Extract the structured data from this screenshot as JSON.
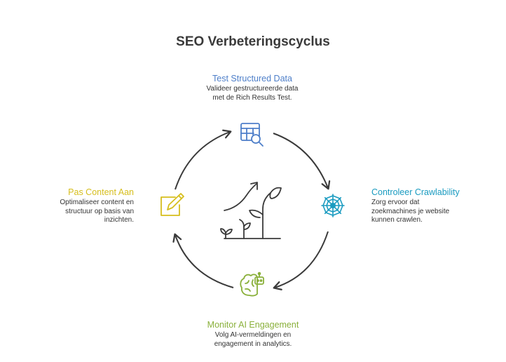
{
  "title": "SEO Verbeteringscyclus",
  "colors": {
    "blue": "#4e7fc9",
    "teal": "#1a9bc0",
    "green": "#8ab03b",
    "yellow": "#d6be1d",
    "arrow": "#3a3a3a",
    "text": "#333333"
  },
  "steps": [
    {
      "id": "top",
      "heading": "Test Structured Data",
      "desc": [
        "Valideer gestructureerde data",
        "met de Rich Results Test."
      ],
      "color": "#4e7fc9",
      "icon": "table-search-icon"
    },
    {
      "id": "right",
      "heading": "Controleer Crawlability",
      "desc": [
        "Zorg ervoor dat",
        "zoekmachines je website",
        "kunnen crawlen."
      ],
      "color": "#1a9bc0",
      "icon": "spider-web-icon"
    },
    {
      "id": "bottom",
      "heading": "Monitor AI Engagement",
      "desc": [
        "Volg AI-vermeldingen en",
        "engagement in analytics."
      ],
      "color": "#8ab03b",
      "icon": "ai-brain-icon"
    },
    {
      "id": "left",
      "heading": "Pas Content Aan",
      "desc": [
        "Optimaliseer content en",
        "structuur op basis van",
        "inzichten."
      ],
      "color": "#d6be1d",
      "icon": "edit-note-icon"
    }
  ],
  "center_icon": "growth-plant-icon"
}
